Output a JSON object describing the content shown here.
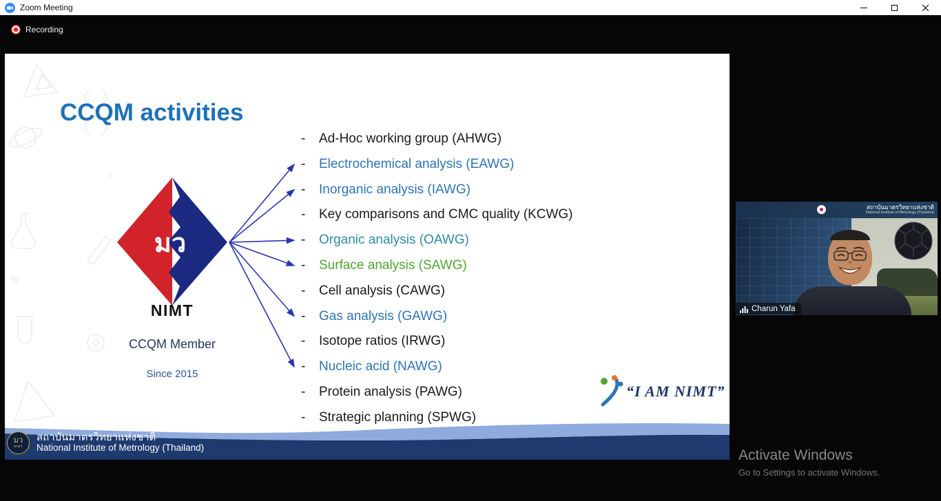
{
  "window": {
    "title": "Zoom Meeting"
  },
  "icons": {
    "app": "zoom-camera-icon",
    "recording": "record-dot-icon",
    "minimize": "minimize-icon",
    "maximize": "restore-icon",
    "close": "close-icon",
    "mic": "mic-level-icon"
  },
  "meeting": {
    "recording_label": "Recording"
  },
  "slide": {
    "title": "CCQM activities",
    "logo": {
      "text": "มว",
      "caption": "NIMT"
    },
    "member_label": "CCQM Member",
    "since_label": "Since 2015",
    "dash": "-",
    "arrow_color": "#2b35af",
    "items": [
      {
        "label": "Ad-Hoc working group (AHWG)",
        "color": "#1a1a1a",
        "arrow": false
      },
      {
        "label": "Electrochemical analysis (EAWG)",
        "color": "#2e74b5",
        "arrow": true
      },
      {
        "label": "Inorganic analysis (IAWG)",
        "color": "#2e74b5",
        "arrow": true
      },
      {
        "label": "Key comparisons and CMC quality (KCWG)",
        "color": "#1a1a1a",
        "arrow": false
      },
      {
        "label": "Organic analysis (OAWG)",
        "color": "#2e8ba6",
        "arrow": true
      },
      {
        "label": "Surface analysis (SAWG)",
        "color": "#4ea72e",
        "arrow": true
      },
      {
        "label": "Cell analysis (CAWG)",
        "color": "#1a1a1a",
        "arrow": false
      },
      {
        "label": "Gas analysis (GAWG)",
        "color": "#2e74b5",
        "arrow": true
      },
      {
        "label": "Isotope ratios (IRWG)",
        "color": "#1a1a1a",
        "arrow": false
      },
      {
        "label": "Nucleic acid (NAWG)",
        "color": "#2e74b5",
        "arrow": true
      },
      {
        "label": "Protein analysis (PAWG)",
        "color": "#1a1a1a",
        "arrow": false
      },
      {
        "label": "Strategic planning (SPWG)",
        "color": "#1a1a1a",
        "arrow": false
      }
    ],
    "iam_nimt_label": "“I AM NIMT”",
    "footer": {
      "thai_name": "สถาบันมาตรวิทยาแห่งชาติ",
      "english_name": "National Institute of Metrology (Thailand)",
      "navy_color": "#1e3a6e",
      "wave_color": "#8faadc"
    }
  },
  "participant": {
    "name": "Charun Yafa",
    "overlay_thai": "สถาบันมาตรวิทยาแห่งชาติ",
    "overlay_english": "National Institute of Metrology (Thailand)"
  },
  "watermark": {
    "line1": "Activate Windows",
    "line2": "Go to Settings to activate Windows."
  }
}
